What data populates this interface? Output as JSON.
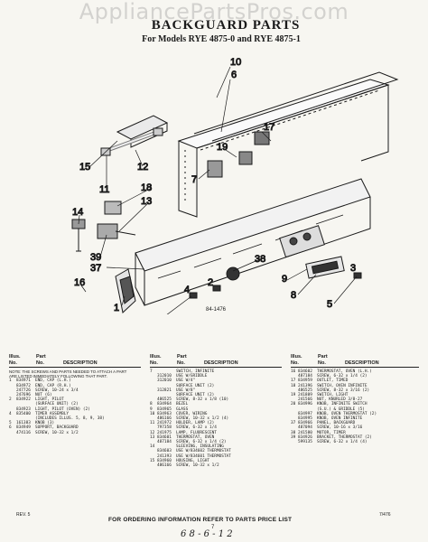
{
  "watermark": "AppliancePartsPros.com",
  "title": "BACKGUARD PARTS",
  "subtitle": "For Models RYE 4875-0 and RYE 4875-1",
  "diagram_code": "84-1476",
  "callouts": [
    "10",
    "6",
    "17",
    "19",
    "7",
    "15",
    "12",
    "11",
    "18",
    "13",
    "14",
    "39",
    "37",
    "38",
    "9",
    "8",
    "5",
    "16",
    "1",
    "4",
    "2",
    "3"
  ],
  "columns": [
    {
      "header": {
        "ill": "Illus.",
        "no": "No.",
        "part": "Part",
        "pno": "No.",
        "desc": "DESCRIPTION"
      },
      "notes": "NOTE: THE SCREWS AND PARTS NEEDED TO ATTACH A PART ARE LISTED IMMEDIATELY FOLLOWING THAT PART.",
      "rows": [
        [
          "1",
          "834971",
          "END, CAP (L.H.)"
        ],
        [
          "",
          "834972",
          "END, CAP (R.H.)"
        ],
        [
          "",
          "247726",
          "SCREW, 10-24 x 3/4"
        ],
        [
          "",
          "247696",
          "NUT (6)"
        ],
        [
          "2",
          "834922",
          "LIGHT, PILOT"
        ],
        [
          "",
          "",
          "(SURFACE UNIT) (2)"
        ],
        [
          "",
          "834923",
          "LIGHT, PILOT (OVEN) (2)"
        ],
        [
          "4",
          "835400",
          "TIMER ASSEMBLY"
        ],
        [
          "",
          "",
          "(INCLUDES ILLUS. 5, 8, 9, 38)"
        ],
        [
          "5",
          "161383",
          "KNOB (3)"
        ],
        [
          "6",
          "834949",
          "SUPPORT, BACKGUARD"
        ],
        [
          "",
          "474116",
          "SCREW, 10-32 x 1/2"
        ]
      ]
    },
    {
      "header": {
        "ill": "Illus.",
        "no": "No.",
        "part": "Part",
        "pno": "No.",
        "desc": "DESCRIPTION"
      },
      "rows": [
        [
          "7",
          "",
          "SWITCH, INFINITE"
        ],
        [
          "",
          "312010",
          "USE W/GRIDDLE"
        ],
        [
          "",
          "312010",
          "USE W/4\""
        ],
        [
          "",
          "",
          "SURFACE UNIT (2)"
        ],
        [
          "",
          "312821",
          "USE W/8\""
        ],
        [
          "",
          "",
          "SURFACE UNIT (2)"
        ],
        [
          "",
          "486525",
          "SCREW, 8-32 x 1/8 (10)"
        ],
        [
          "8",
          "834964",
          "BEZEL"
        ],
        [
          "9",
          "834965",
          "GLASS"
        ],
        [
          "10",
          "834963",
          "COVER, WIRING"
        ],
        [
          "",
          "486166",
          "SCREW, 10-32 x 1/2 (4)"
        ],
        [
          "11",
          "241972",
          "HOLDER, LAMP (2)"
        ],
        [
          "",
          "797358",
          "SCREW, 6-32 x 1/4"
        ],
        [
          "12",
          "241975",
          "LAMP, FLUORESCENT"
        ],
        [
          "13",
          "834601",
          "THERMOSTAT, OVEN"
        ],
        [
          "",
          "487184",
          "SCREW, 6-32 x 1/4 (2)"
        ],
        [
          "14",
          "",
          "SLEEVING, INSULATING"
        ],
        [
          "",
          "834603",
          "USE W/834602 THERMOSTAT"
        ],
        [
          "",
          "241393",
          "USE W/834601 THERMOSTAT"
        ],
        [
          "15",
          "834960",
          "HOUSING, LIGHT"
        ],
        [
          "",
          "486166",
          "SCREW, 10-32 x 1/2"
        ]
      ]
    },
    {
      "header": {
        "ill": "Illus.",
        "no": "No.",
        "part": "Part",
        "pno": "No.",
        "desc": "DESCRIPTION"
      },
      "rows": [
        [
          "16",
          "834602",
          "THERMOSTAT, OVEN (L.H.)"
        ],
        [
          "",
          "487184",
          "SCREW, 6-32 x 1/4 (2)"
        ],
        [
          "17",
          "834959",
          "OUTLET, TIMED"
        ],
        [
          "18",
          "241396",
          "SWITCH, OVEN INFINITE"
        ],
        [
          "",
          "486525",
          "SCREW, 8-32 x 3/16 (2)"
        ],
        [
          "19",
          "241809",
          "SWITCH, LIGHT"
        ],
        [
          "",
          "241566",
          "NUT, KNURLED 3/8-27"
        ],
        [
          "20",
          "834996",
          "KNOB, INFINITE SWITCH"
        ],
        [
          "",
          "",
          "(S.U.) & GRIDDLE (5)"
        ],
        [
          "",
          "834997",
          "KNOB, OVEN THERMOSTAT (2)"
        ],
        [
          "",
          "834995",
          "KNOB, OVEN INFINITE"
        ],
        [
          "37",
          "834966",
          "PANEL, BACKGUARD"
        ],
        [
          "",
          "487094",
          "SCREW, 10-16 x 3/16"
        ],
        [
          "38",
          "241580",
          "MOTOR, TIMER"
        ],
        [
          "39",
          "834926",
          "BRACKET, THERMOSTAT (2)"
        ],
        [
          "",
          "599135",
          "SCREW, 6-32 x 1/4 (4)"
        ]
      ]
    }
  ],
  "footer": {
    "order_note": "FOR ORDERING INFORMATION REFER TO PARTS PRICE LIST",
    "revision": "REV. 5",
    "date_code": "7/476",
    "page": "7",
    "handwritten": "6 8 - 6 - 1 2"
  }
}
